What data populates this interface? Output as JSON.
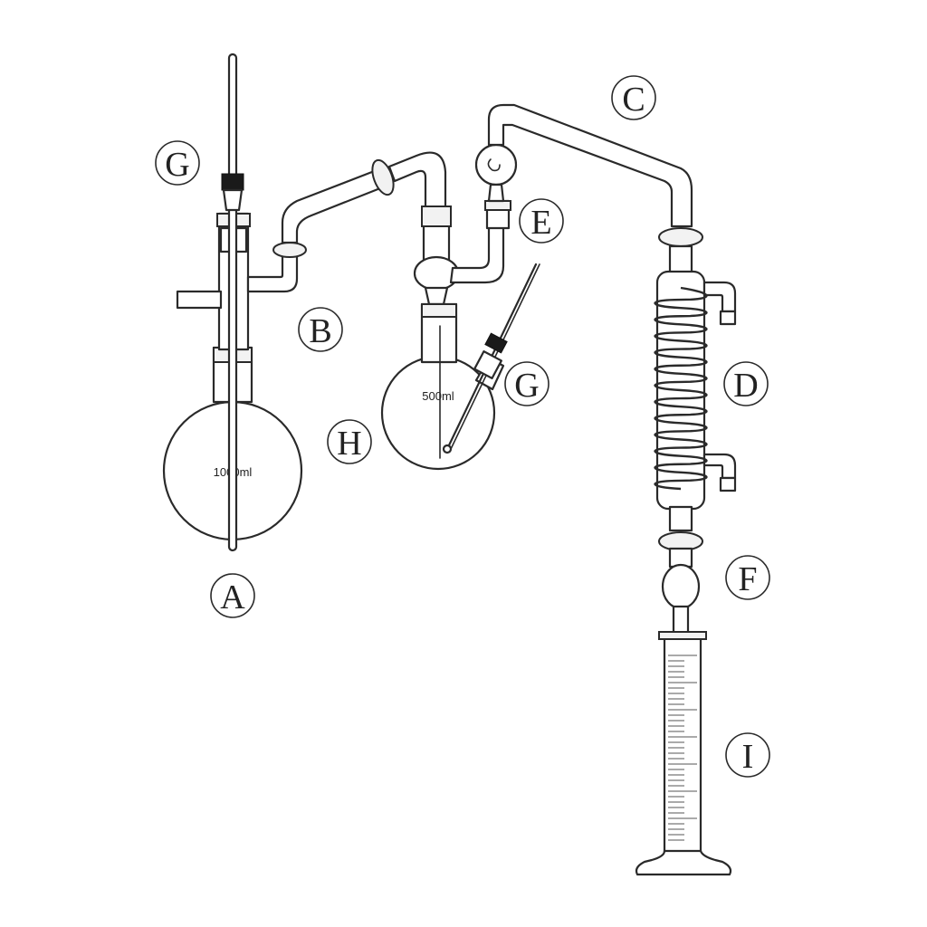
{
  "labels": {
    "A": "A",
    "B": "B",
    "C": "C",
    "D": "D",
    "E": "E",
    "F": "F",
    "G1": "G",
    "G2": "G",
    "H": "H",
    "I": "I"
  },
  "flasks": {
    "large_volume": "1000ml",
    "small_volume": "500ml"
  }
}
